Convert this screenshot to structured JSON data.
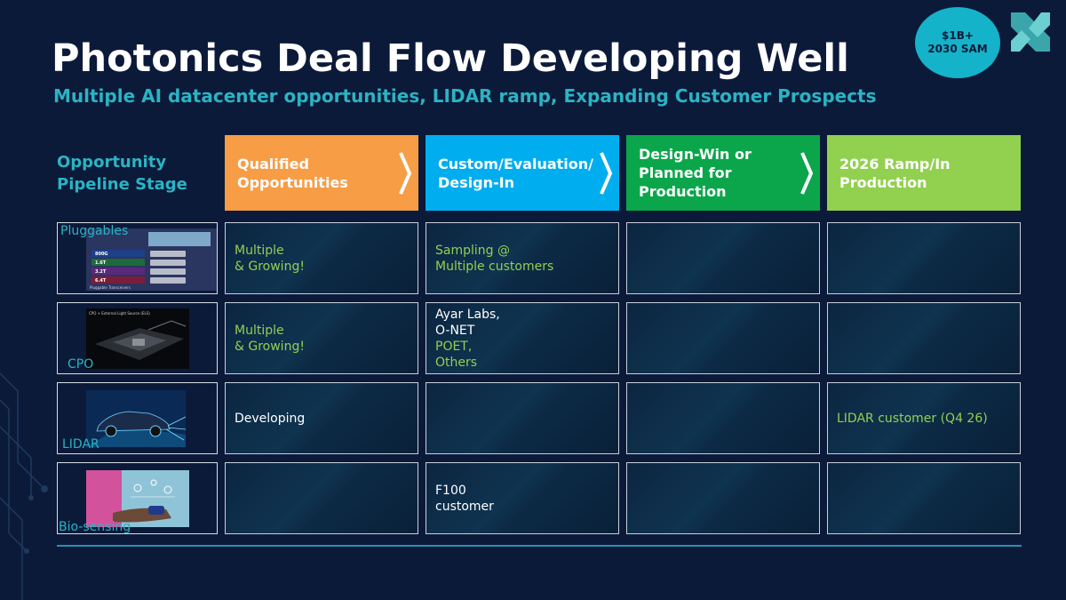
{
  "header": {
    "title": "Photonics Deal Flow Developing Well",
    "subtitle": "Multiple AI datacenter opportunities, LIDAR ramp, Expanding Customer Prospects"
  },
  "badge": {
    "line1": "$1B+",
    "line2": "2030 SAM",
    "color": "#14b3c9"
  },
  "logo": {
    "icon": "x-logo-icon"
  },
  "pipeline_label": {
    "line1": "Opportunity",
    "line2": "Pipeline Stage"
  },
  "stages": [
    {
      "line1": "Qualified",
      "line2": "Opportunities",
      "line3": "",
      "color": "#f79d45"
    },
    {
      "line1": "Custom/Evaluation/",
      "line2": "Design-In",
      "line3": "",
      "color": "#00aeef"
    },
    {
      "line1": "Design-Win or",
      "line2": "Planned for",
      "line3": "Production",
      "color": "#0ba64b"
    },
    {
      "line1": "2026 Ramp/In",
      "line2": "Production",
      "line3": "",
      "color": "#92d050"
    }
  ],
  "rows": [
    {
      "label": "Pluggables",
      "image_text": {
        "l1": "800G",
        "l2": "1.6T",
        "l3": "3.2T",
        "l4": "6.4T",
        "caption": "Pluggable Transceivers"
      },
      "cells": [
        [
          "Multiple",
          "& Growing!"
        ],
        [
          "Sampling @",
          "Multiple customers"
        ],
        [],
        []
      ]
    },
    {
      "label": "CPO",
      "image_text": {
        "caption": "CPO + External Light Source (ELS)"
      },
      "cells": [
        [
          "Multiple",
          "& Growing!"
        ],
        [
          "Ayar Labs,",
          "O-NET",
          "POET,",
          "Others"
        ],
        [],
        []
      ]
    },
    {
      "label": "LIDAR",
      "cells": [
        [
          "Developing"
        ],
        [],
        [],
        [
          "LIDAR customer (Q4 26)"
        ]
      ]
    },
    {
      "label": "Bio-sensing",
      "cells": [
        [],
        [
          "F100",
          "customer"
        ],
        [],
        []
      ]
    }
  ],
  "colors": {
    "background": "#0c1a3a",
    "accent_teal": "#2ab4c3",
    "highlight_green": "#92d050"
  }
}
